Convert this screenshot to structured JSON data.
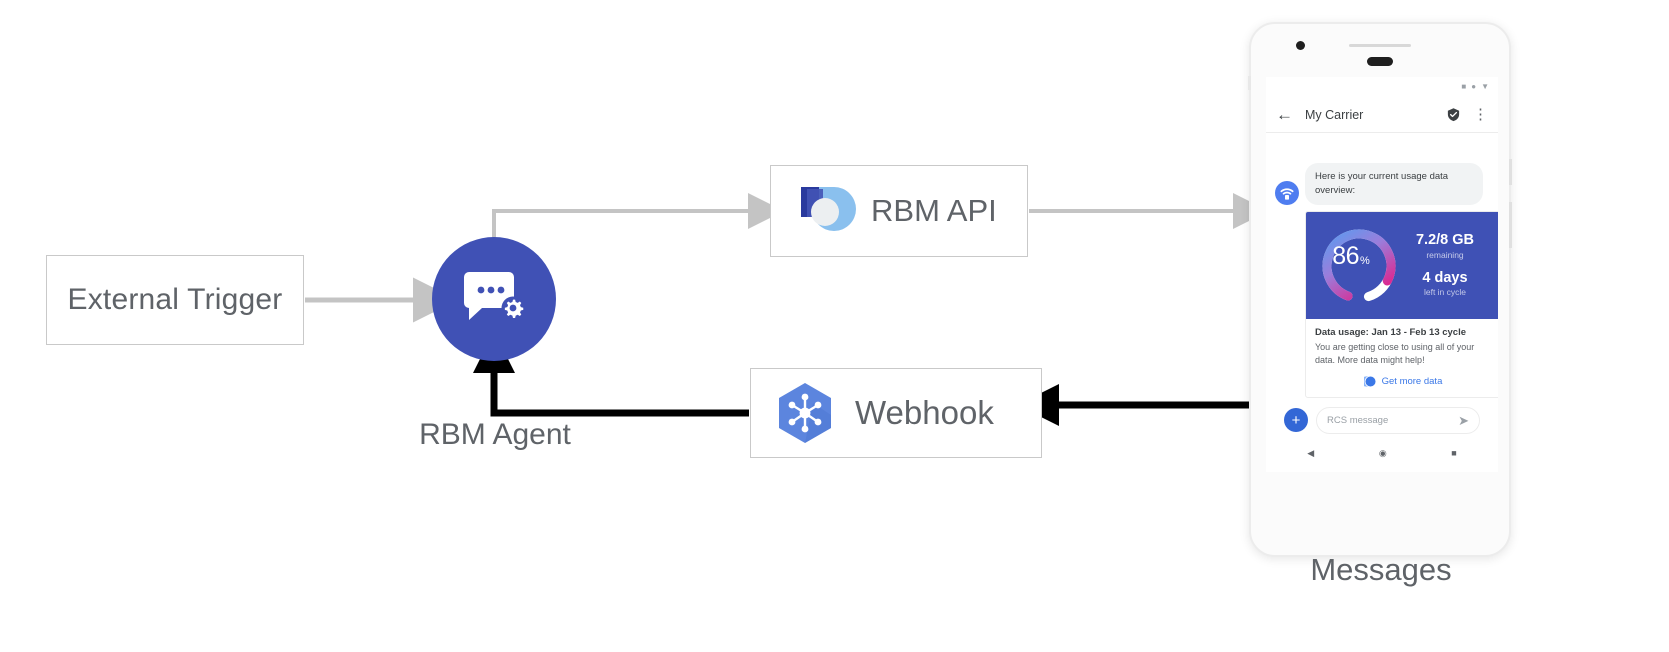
{
  "diagram": {
    "nodes": {
      "external_trigger": {
        "label": "External Trigger"
      },
      "rbm_agent": {
        "caption": "RBM Agent",
        "icon": "chat-gear-icon"
      },
      "rbm_api": {
        "label": "RBM API",
        "icon": "rbm-api-icon"
      },
      "webhook": {
        "label": "Webhook",
        "icon": "webhook-hexagon-icon"
      },
      "messages": {
        "caption": "Messages"
      }
    },
    "colors": {
      "agent_circle": "#4051b5",
      "arrow_gray": "#c9c9c9",
      "arrow_black": "#000000",
      "box_border": "#c9c9c9",
      "label_text": "#5f6368"
    }
  },
  "phone": {
    "status_bar": {
      "icons": [
        "signal-icon",
        "wifi-dot-icon",
        "battery-icon"
      ]
    },
    "app_bar": {
      "back_icon": "back-arrow-icon",
      "title": "My Carrier",
      "verified_icon": "verified-shield-icon",
      "overflow_icon": "overflow-menu-icon"
    },
    "conversation": {
      "avatar_icon": "carrier-wifi-avatar-icon",
      "incoming_message": "Here is your current usage data overview:"
    },
    "rich_card": {
      "gauge": {
        "value": "86",
        "unit": "%",
        "percent": 86
      },
      "stats": [
        {
          "value": "7.2/8 GB",
          "sub": "remaining"
        },
        {
          "value": "4 days",
          "sub": "left in cycle"
        }
      ],
      "title": "Data usage: Jan 13 - Feb 13 cycle",
      "description": "You are getting close to using all of your data. More data might help!",
      "action": {
        "icon": "globe-icon",
        "label": "Get more data"
      },
      "hero_color": "#3f51b5"
    },
    "composer": {
      "plus_icon": "plus-icon",
      "placeholder": "RCS message",
      "send_icon": "send-icon"
    },
    "nav_bar": {
      "back_icon": "nav-back-triangle-icon",
      "home_icon": "nav-home-circle-icon",
      "recents_icon": "nav-recents-square-icon"
    }
  }
}
